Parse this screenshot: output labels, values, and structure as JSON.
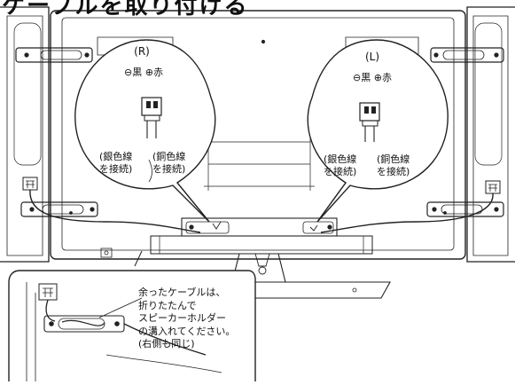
{
  "heading": "ケーブルを取り付ける",
  "left_callout": {
    "channel": "(R)",
    "polarity": "⊖黒 ⊕赤",
    "wire_left": [
      "(銀色線",
      "を接続)"
    ],
    "wire_right": [
      "(銅色線",
      "を接続)"
    ]
  },
  "right_callout": {
    "channel": "(L)",
    "polarity": "⊖黒 ⊕赤",
    "wire_left": [
      "(銀色線",
      "を接続)"
    ],
    "wire_right": [
      "(銅色線",
      "を接続)"
    ]
  },
  "inset_note": [
    "余ったケーブルは、",
    "折りたたんで",
    "スピーカーホルダー",
    "の溝入れてください。",
    "(右側も同じ)"
  ]
}
